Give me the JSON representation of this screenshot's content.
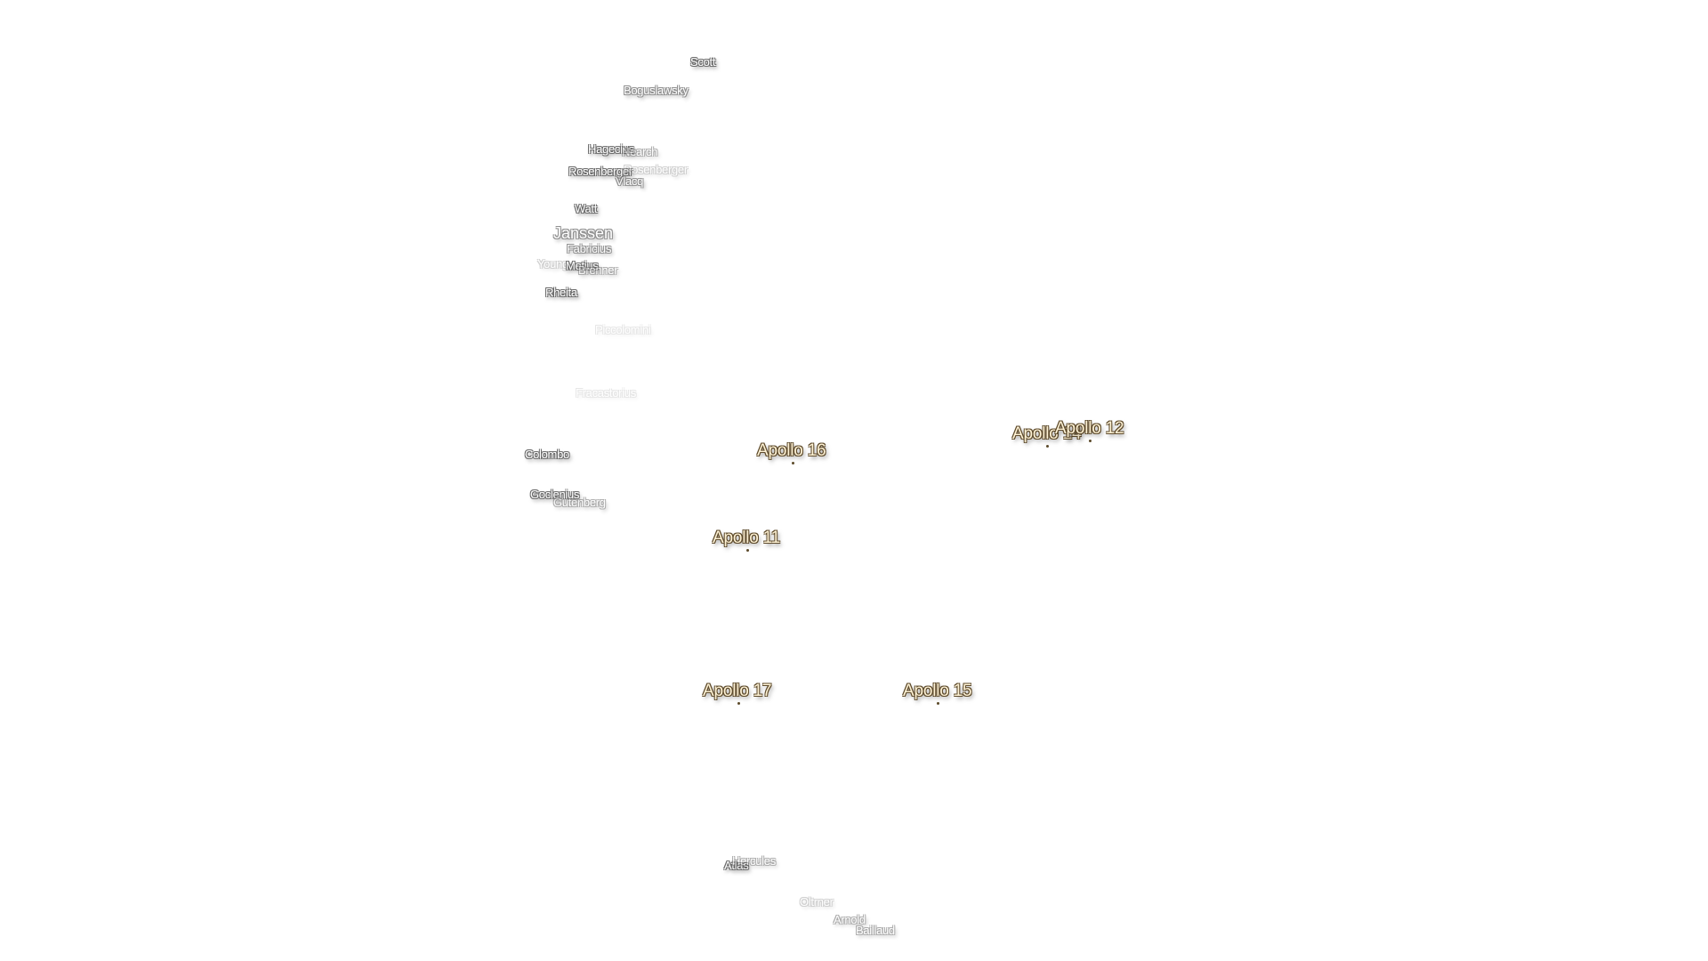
{
  "map": {
    "craters": [
      {
        "name": "Scott"
      },
      {
        "name": "Boguslawsky"
      },
      {
        "name": "Hagecius"
      },
      {
        "name": "Nearch"
      },
      {
        "name": "Rosenberger"
      },
      {
        "name": "Vlacq"
      },
      {
        "name": "Watt"
      },
      {
        "name": "Janssen"
      },
      {
        "name": "Fabricius"
      },
      {
        "name": "Young"
      },
      {
        "name": "Metius"
      },
      {
        "name": "Brenner"
      },
      {
        "name": "Rheita"
      },
      {
        "name": "Colombo"
      },
      {
        "name": "Goclenius"
      },
      {
        "name": "Gutenberg"
      },
      {
        "name": "Atlas"
      },
      {
        "name": "Hercules"
      },
      {
        "name": "Oltrner"
      },
      {
        "name": "Arnold"
      },
      {
        "name": "Baillaud"
      }
    ],
    "landing_sites": [
      {
        "name": "Apollo 16"
      },
      {
        "name": "Apollo 14"
      },
      {
        "name": "Apollo 12"
      },
      {
        "name": "Apollo 11"
      },
      {
        "name": "Apollo 17"
      },
      {
        "name": "Apollo 15"
      }
    ]
  }
}
